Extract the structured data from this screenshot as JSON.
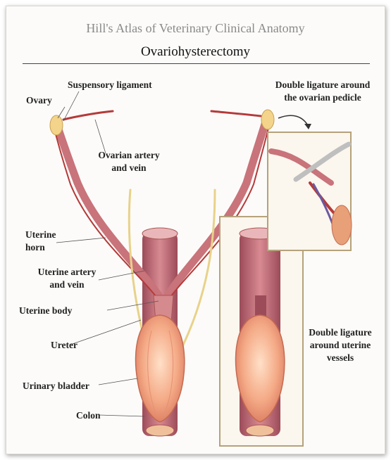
{
  "header": {
    "title": "Hill's Atlas of Veterinary Clinical Anatomy",
    "subtitle": "Ovariohysterectomy"
  },
  "labels": {
    "suspensory_ligament": "Suspensory ligament",
    "ovary": "Ovary",
    "ovarian_artery_vein": [
      "Ovarian artery",
      "and vein"
    ],
    "uterine_horn": [
      "Uterine",
      "horn"
    ],
    "uterine_artery_vein": [
      "Uterine artery",
      "and vein"
    ],
    "uterine_body": "Uterine body",
    "ureter": "Ureter",
    "urinary_bladder": "Urinary bladder",
    "colon": "Colon",
    "double_ligature_ovarian": [
      "Double ligature around",
      "the ovarian pedicle"
    ],
    "double_ligature_uterine": [
      "Double ligature",
      "around uterine",
      "vessels"
    ]
  },
  "colors": {
    "tissue": "#c9737a",
    "artery": "#b53a3a",
    "vein": "#6a5aa0",
    "bladder": "#f2a87c",
    "frame": "#b5a27a"
  }
}
